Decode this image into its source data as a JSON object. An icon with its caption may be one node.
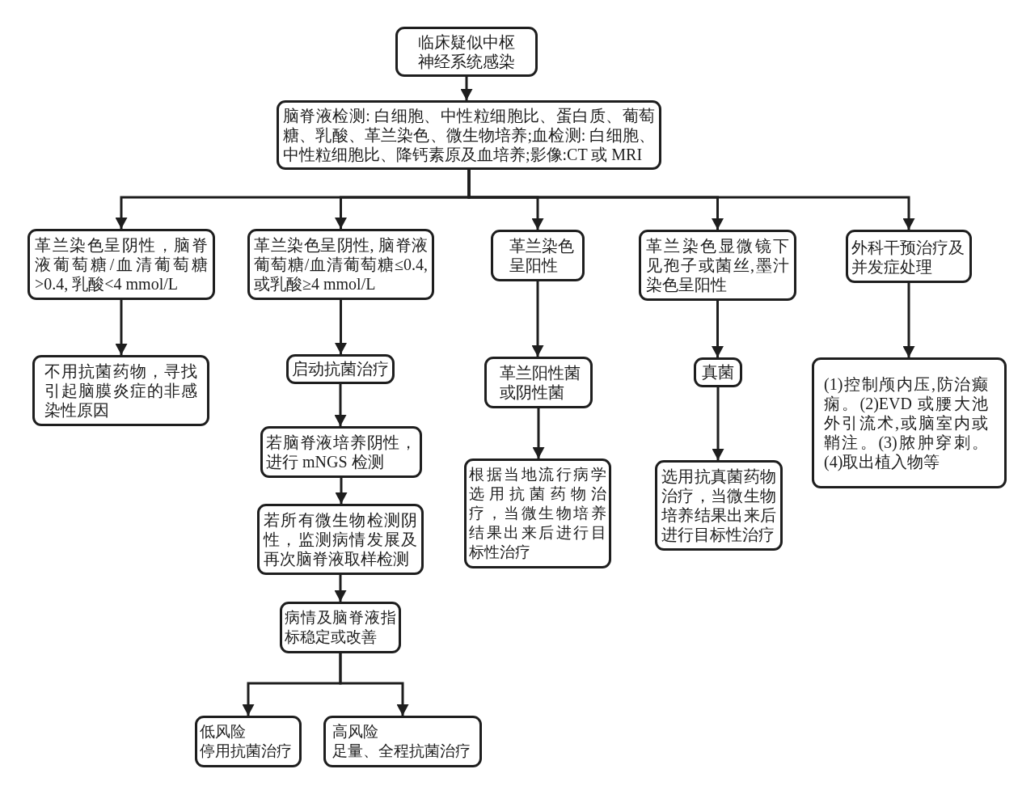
{
  "diagram": {
    "nodes": [
      {
        "text": [
          "临床疑似中枢神经系统感染"
        ]
      },
      {
        "text": [
          "脑脊液检测: 白细胞、中性粒细胞比、蛋白质、葡萄糖、乳酸、革兰染色、微生物培养;血检测: 白细胞、中性粒细胞比、降钙素原及血培养;影像:CT 或 MRI"
        ]
      },
      {
        "text": [
          "革兰染色呈阴性，脑脊液葡萄糖/血清葡萄糖>0.4, 乳酸<4 mmol/L"
        ]
      },
      {
        "text": [
          "革兰染色呈阴性, 脑脊液葡萄糖/血清葡萄糖≤0.4,或乳酸≥4 mmol/L"
        ]
      },
      {
        "text": [
          "革兰染色呈阳性"
        ]
      },
      {
        "text": [
          "革兰染色显微镜下见孢子或菌丝,墨汁染色呈阳性"
        ]
      },
      {
        "text": [
          "外科干预治疗及并发症处理"
        ]
      },
      {
        "text": [
          "不用抗菌药物，寻找引起脑膜炎症的非感染性原因"
        ]
      },
      {
        "text": [
          "启动抗菌治疗"
        ]
      },
      {
        "text": [
          "革兰阳性菌或阴性菌"
        ]
      },
      {
        "text": [
          "真菌"
        ]
      },
      {
        "text": [
          "(1)控制颅内压,防治癫痫。(2)EVD 或腰大池外引流术,或脑室内或鞘注。(3)脓肿穿刺。(4)取出植入物等"
        ]
      },
      {
        "text": [
          "若脑脊液培养阴性，进行 mNGS 检测"
        ]
      },
      {
        "text": [
          "根据当地流行病学选用抗菌药物治疗，当微生物培养结果出来后进行目标性治疗"
        ]
      },
      {
        "text": [
          "选用抗真菌药物治疗，当微生物培养结果出来后进行目标性治疗"
        ]
      },
      {
        "text": [
          "若所有微生物检测阴性，监测病情发展及再次脑脊液取样检测"
        ]
      },
      {
        "text": [
          "病情及脑脊液指标稳定或改善"
        ]
      },
      {
        "text": [
          "低风险",
          "停用抗菌治疗"
        ]
      },
      {
        "text": [
          "高风险",
          "足量、全程抗菌治疗"
        ]
      }
    ],
    "edges": [
      {
        "from": 0,
        "to": 1,
        "arrow": "to"
      },
      {
        "from": 1,
        "to": 2,
        "arrow": "to"
      },
      {
        "from": 1,
        "to": 3,
        "arrow": "to"
      },
      {
        "from": 1,
        "to": 4,
        "arrow": "to"
      },
      {
        "from": 1,
        "to": 5,
        "arrow": "to"
      },
      {
        "from": 1,
        "to": 6,
        "arrow": "to"
      },
      {
        "from": 2,
        "to": 7,
        "arrow": "to"
      },
      {
        "from": 3,
        "to": 8,
        "arrow": "to"
      },
      {
        "from": 8,
        "to": 12,
        "arrow": "to"
      },
      {
        "from": 12,
        "to": 15,
        "arrow": "to"
      },
      {
        "from": 15,
        "to": 16,
        "arrow": "to"
      },
      {
        "from": 16,
        "to": 17,
        "arrow": "to"
      },
      {
        "from": 16,
        "to": 18,
        "arrow": "to"
      },
      {
        "from": 4,
        "to": 9,
        "arrow": "to"
      },
      {
        "from": 9,
        "to": 13,
        "arrow": "to"
      },
      {
        "from": 5,
        "to": 10,
        "arrow": "to"
      },
      {
        "from": 10,
        "to": 14,
        "arrow": "to"
      },
      {
        "from": 6,
        "to": 11,
        "arrow": "to"
      }
    ]
  }
}
